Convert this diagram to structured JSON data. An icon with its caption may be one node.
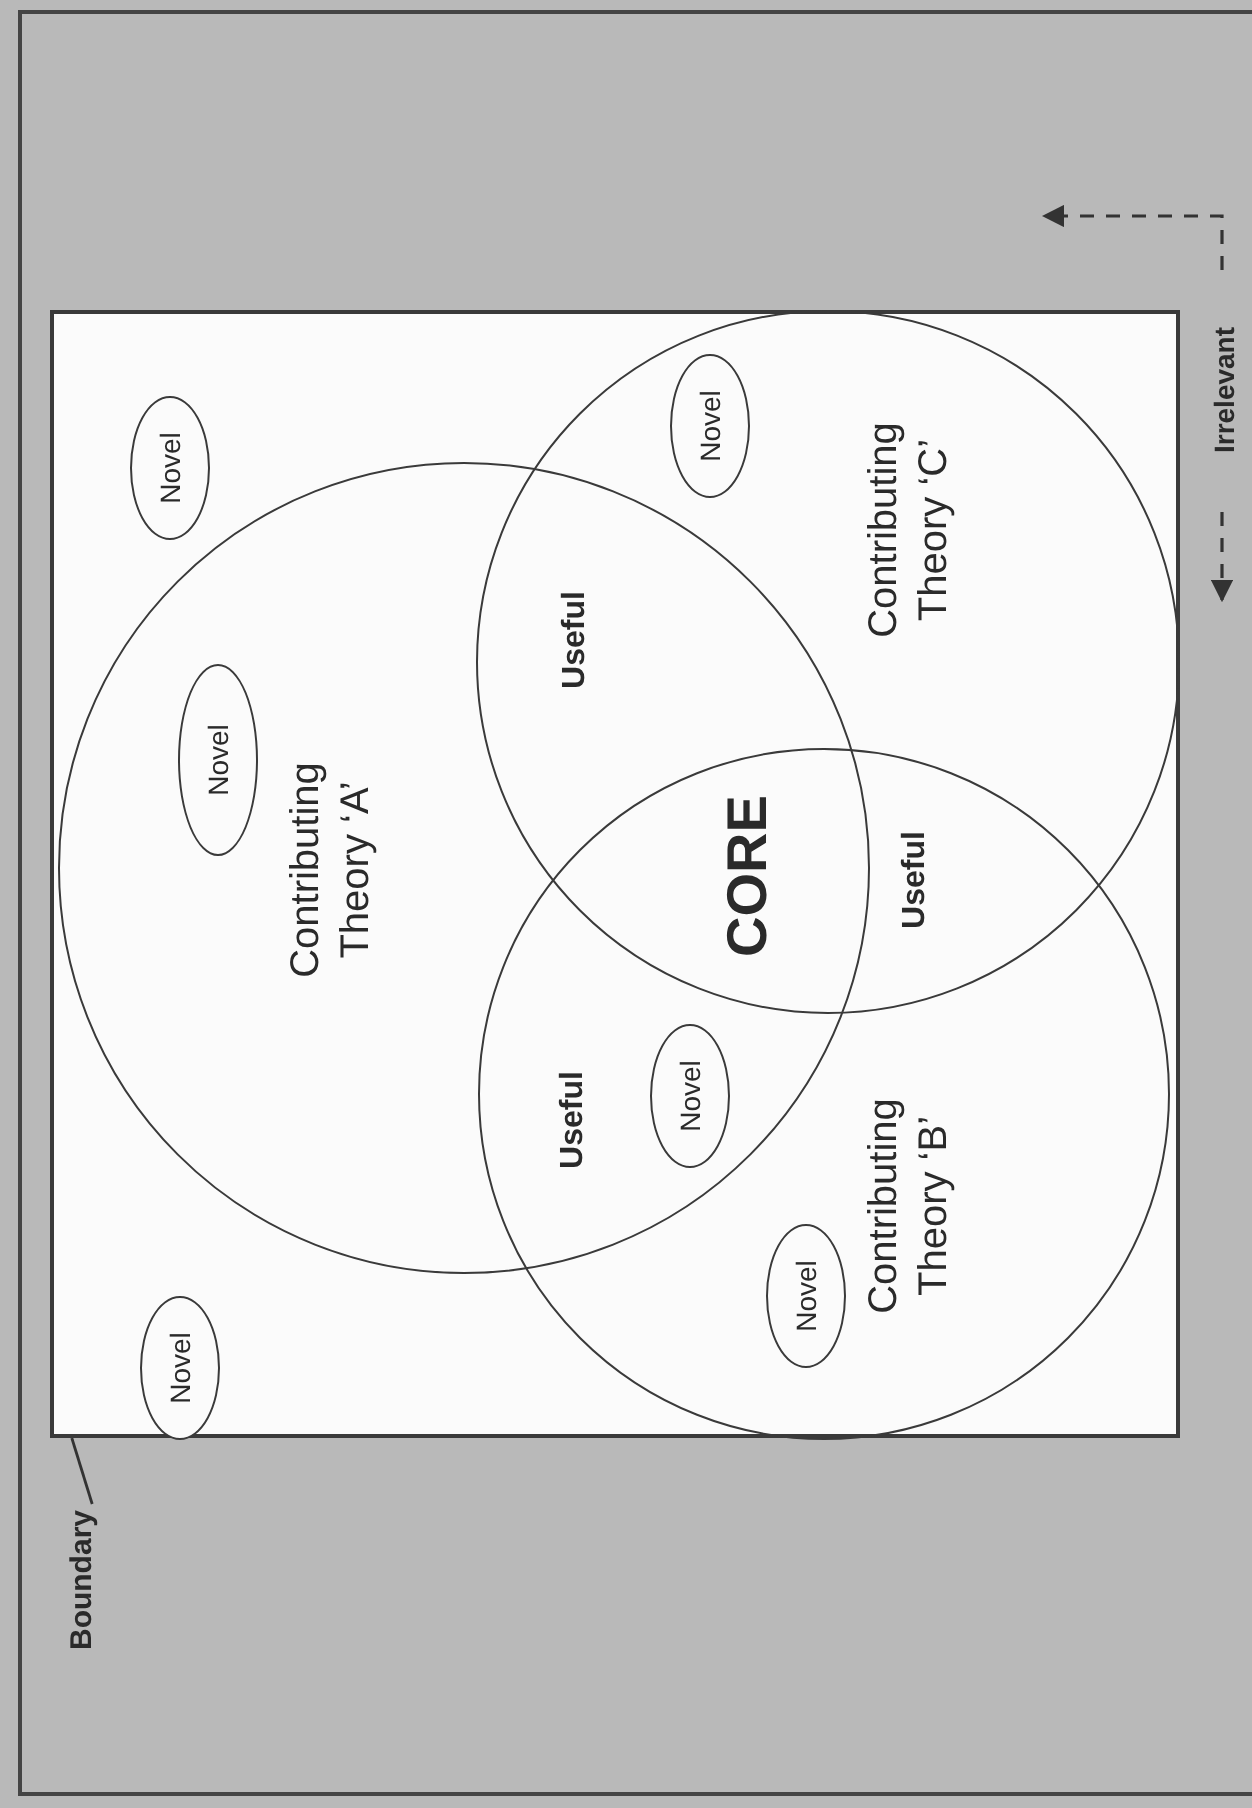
{
  "diagram": {
    "nodes": [
      {
        "text": [],
        "shape": "box"
      },
      {
        "text": [
          "Contributing Theory ‘A’"
        ],
        "in": 0
      },
      {
        "text": [
          "Contributing Theory ‘B’"
        ],
        "in": 0
      },
      {
        "text": [
          "Contributing Theory ‘C’"
        ],
        "in": 0
      },
      {
        "text": [
          "Novel"
        ],
        "in": 0
      },
      {
        "text": [
          "Novel"
        ],
        "in": 1
      },
      {
        "text": [
          "Novel"
        ],
        "in": 3
      },
      {
        "text": [
          "Novel"
        ]
      },
      {
        "text": [
          "Novel"
        ],
        "in": 2
      },
      {
        "text": [
          "Novel"
        ],
        "in": 0
      },
      {
        "text": [
          "Boundary"
        ]
      }
    ],
    "edges": [
      {
        "from": 10,
        "to": 0,
        "arrow": "none"
      }
    ],
    "labels": [
      "Useful",
      "CORE",
      "Useful",
      "Useful",
      "Irrelevant"
    ]
  }
}
